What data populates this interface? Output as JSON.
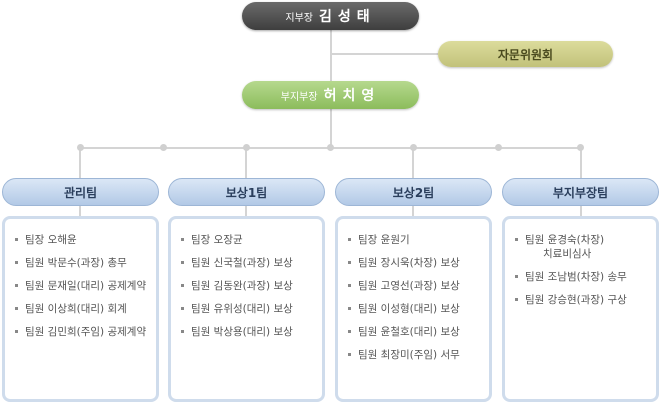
{
  "head": {
    "role": "지부장",
    "name": "김성태"
  },
  "advisory": {
    "label": "자문위원회"
  },
  "deputy": {
    "role": "부지부장",
    "name": "허치영"
  },
  "teams": [
    {
      "name": "관리팀",
      "members": [
        {
          "text": "팀장 오해윤"
        },
        {
          "text": "팀원 박문수(과장) 총무"
        },
        {
          "text": "팀원 문재일(대리) 공제계약"
        },
        {
          "text": "팀원 이상희(대리) 회계"
        },
        {
          "text": "팀원 김민희(주임) 공제계약"
        }
      ]
    },
    {
      "name": "보상1팀",
      "members": [
        {
          "text": "팀장 오장균"
        },
        {
          "text": "팀원 신국철(과장) 보상"
        },
        {
          "text": "팀원 김동완(과장) 보상"
        },
        {
          "text": "팀원 유위성(대리) 보상"
        },
        {
          "text": "팀원 박상용(대리) 보상"
        }
      ]
    },
    {
      "name": "보상2팀",
      "members": [
        {
          "text": "팀장 윤원기"
        },
        {
          "text": "팀원 장시욱(차장) 보상"
        },
        {
          "text": "팀원 고영선(과장) 보상"
        },
        {
          "text": "팀원 이성형(대리) 보상"
        },
        {
          "text": "팀원 윤철호(대리) 보상"
        },
        {
          "text": "팀원 최장미(주임) 서무"
        }
      ]
    },
    {
      "name": "부지부장팀",
      "members": [
        {
          "text": "팀원 윤경숙(차장)",
          "text2": "치료비심사"
        },
        {
          "text": "팀원 조남범(차장) 송무"
        },
        {
          "text": "팀원 강승현(과장) 구상"
        }
      ]
    }
  ]
}
